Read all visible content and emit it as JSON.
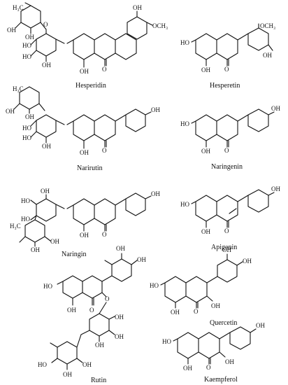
{
  "figure": {
    "compounds": [
      {
        "id": "hesperidin",
        "name": "Hesperidin"
      },
      {
        "id": "hesperetin",
        "name": "Hesperetin"
      },
      {
        "id": "narirutin",
        "name": "Narirutin"
      },
      {
        "id": "naringenin",
        "name": "Naringenin"
      },
      {
        "id": "naringin",
        "name": "Naringin"
      },
      {
        "id": "apigenin",
        "name": "Apigenin"
      },
      {
        "id": "rutin",
        "name": "Rutin"
      },
      {
        "id": "quercetin",
        "name": "Quercetin"
      },
      {
        "id": "kaempferol",
        "name": "Kaempferol"
      }
    ],
    "groups": {
      "oh": "OH",
      "ho": "HO",
      "och3": "OCH₃",
      "h3c": "H₃C",
      "o": "O"
    }
  }
}
